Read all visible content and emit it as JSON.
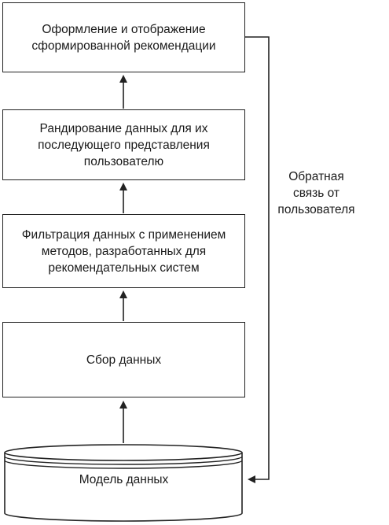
{
  "diagram": {
    "steps": [
      {
        "label": "Оформление и отображение\nсформированной рекомендации"
      },
      {
        "label": "Рандирование данных для их\nпоследующего представления\nпользователю"
      },
      {
        "label": "Фильтрация данных с применением\nметодов, разработанных для\nрекомендательных систем"
      },
      {
        "label": "Сбор данных"
      }
    ],
    "database": {
      "label": "Модель данных"
    },
    "feedback": {
      "label": "Обратная\nсвязь от\nпользователя"
    }
  }
}
